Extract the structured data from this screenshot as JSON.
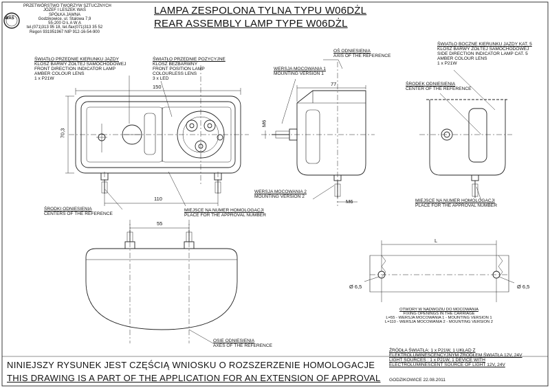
{
  "company": {
    "logo_text": "WAŚ",
    "lines": [
      "PRZETWÓRSTWO TWORZYW SZTUCZNYCH",
      "JÓZEF I LESZEK WAŚ",
      "SPÓŁKA JAWNA",
      "Godzikowice, ul. Stalowa 7,9",
      "55-200   O Ł A W A",
      "tel.(071)313 95 18, tel./fax(071)313 35 52",
      "Regon 931951967 NIP 912-16-54-900"
    ]
  },
  "title": {
    "pl": "LAMPA ZESPOLONA TYLNA  TYPU W06DŻL",
    "en": "REAR ASSEMBLY LAMP TYPE W06DŻL"
  },
  "labels": {
    "front_dir": [
      "ŚWIATŁO PRZEDNIE KIERUNKU JAZDY",
      "KLOSZ BARWY ŻÓŁTEJ SAMOCHODOWEJ",
      "FRONT DIRECTION INDICATOR LAMP",
      "AMBER COLOUR LENS",
      "1 x P21W"
    ],
    "front_pos": [
      "ŚWIATŁO PRZEDNIE POZYCYJNE",
      "KLOSZ BEZBARWNY",
      "FRONT POSITION LAMP",
      "COLOURLESS LENS",
      "3 x LED"
    ],
    "axis_ref": [
      "OŚ ODNIESIENIA",
      "AXIS OF THE REFERENCE"
    ],
    "mount_v1": [
      "WERSJA MOCOWANIA 1",
      "MOUNTING VERSION 1"
    ],
    "side_dir": [
      "ŚWIATŁO BOCZNE KIERUNKU JAZDY KAT. 5",
      "KLOSZ BARWY ŻÓŁTEJ SAMOCHODOWEJ",
      "SIDE DIRECTION INDICATOR LAMP CAT. 5",
      "AMBER COLOUR LENS",
      "1 x P21W"
    ],
    "center_ref": [
      "ŚRODEK ODNIESIENIA",
      "CENTER OF THE REFERENCE"
    ],
    "mount_v2": [
      "WERSJA MOCOWANIA 2",
      "MOUNTING VERSION 2"
    ],
    "homolog_left": [
      "MIEJSCE NA NUMER HOMOLOGACJI",
      "PLACE FOR THE APPROVAL NUMBER"
    ],
    "homolog_right": [
      "MIEJSCE NA NUMER HOMOLOGACJI",
      "PLACE FOR THE APPROVAL NUMBER"
    ],
    "centers_ref": [
      "ŚRODKI ODNIESIENIA",
      "CENTERS OF THE REFERENCE"
    ],
    "axes_ref": [
      "OSIE ODNIESIENIA",
      "AXES OF THE REFERENCE"
    ],
    "holes": [
      "OTWORY W NADWOZIU DO MOCOWANIA",
      "FIXING OPENINGS IN THE CARRIAGE",
      "L=55 - WERSJA MOCOWANIA 1 - MOUNTING VERSION 1",
      "L=110 - WERSJA MOCOWANIA 2 - MOUNTING VERSION 2"
    ]
  },
  "dims": {
    "w150": "150",
    "h70": "70,3",
    "w110": "110",
    "w77": "77",
    "m6a": "M6",
    "m6b": "M6",
    "w55": "55",
    "L": "L",
    "d1": "Ø 6,5",
    "d2": "Ø 6,5"
  },
  "sources": [
    "ŹRÓDŁA ŚWIATŁA: 1 x P21W, 1 UKŁAD Z",
    "ELEKTROLUMINESCENCYJNYM ŹRÓDŁEM ŚWIATŁA 12V, 24V",
    "LIGHT SOURCES : 1 x P21W, 1 DEVICE WITH",
    "ELECTROLUMINESCENT SOURCE OF LIGHT 12V, 24V"
  ],
  "date": "GODZIKOWICE 22.08.2011",
  "footer": {
    "pl": "NINIEJSZY RYSUNEK JEST CZĘŚCIĄ WNIOSKU O ROZSZERZENIE HOMOLOGACJE",
    "en": "THIS DRAWING IS A PART OF THE APPLICATION FOR AN EXTENSION OF APPROVAL"
  }
}
